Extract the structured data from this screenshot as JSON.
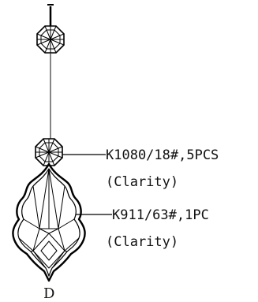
{
  "diagram": {
    "callouts": [
      {
        "code": "K1080/18#,5PCS",
        "note": "(Clarity)"
      },
      {
        "code": "K911/63#,1PC",
        "note": "(Clarity)"
      }
    ],
    "caption": "D"
  }
}
